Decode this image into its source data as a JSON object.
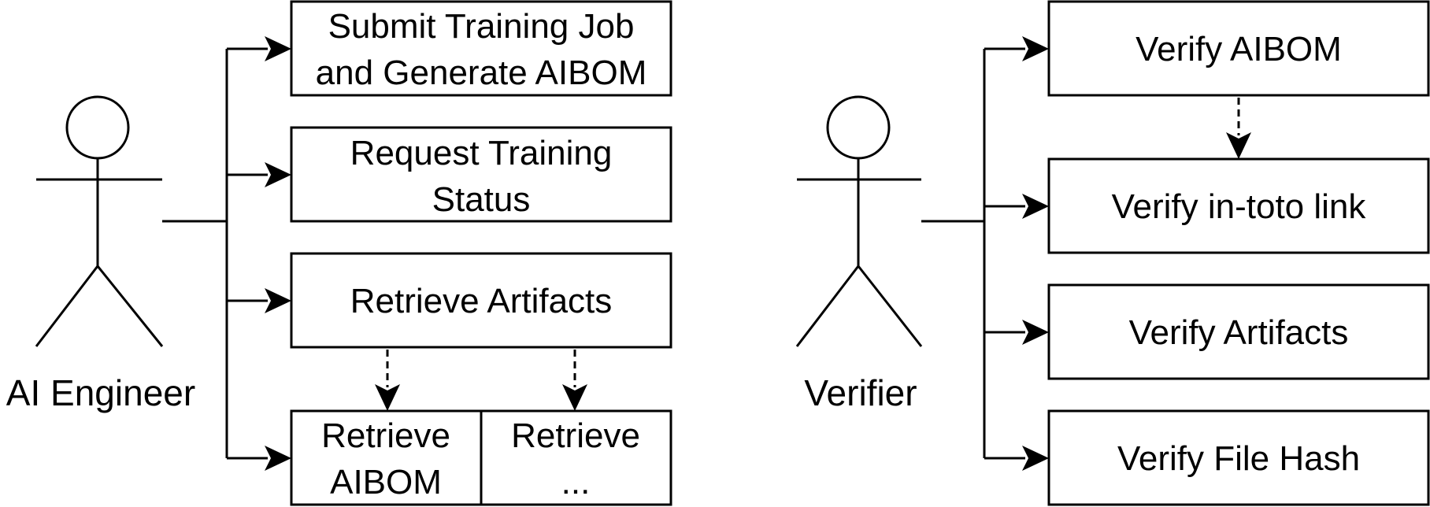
{
  "actors": {
    "engineer": "AI Engineer",
    "verifier": "Verifier"
  },
  "engineer_actions": {
    "submit": [
      "Submit Training Job",
      "and Generate AIBOM"
    ],
    "status": [
      "Request Training",
      "Status"
    ],
    "retrieve_artifacts": "Retrieve Artifacts",
    "retrieve_aibom": [
      "Retrieve",
      "AIBOM"
    ],
    "retrieve_other": [
      "Retrieve",
      "..."
    ]
  },
  "verifier_actions": {
    "verify_aibom": "Verify AIBOM",
    "verify_intoto": "Verify in-toto link",
    "verify_artifacts": "Verify Artifacts",
    "verify_hash": "Verify File Hash"
  }
}
